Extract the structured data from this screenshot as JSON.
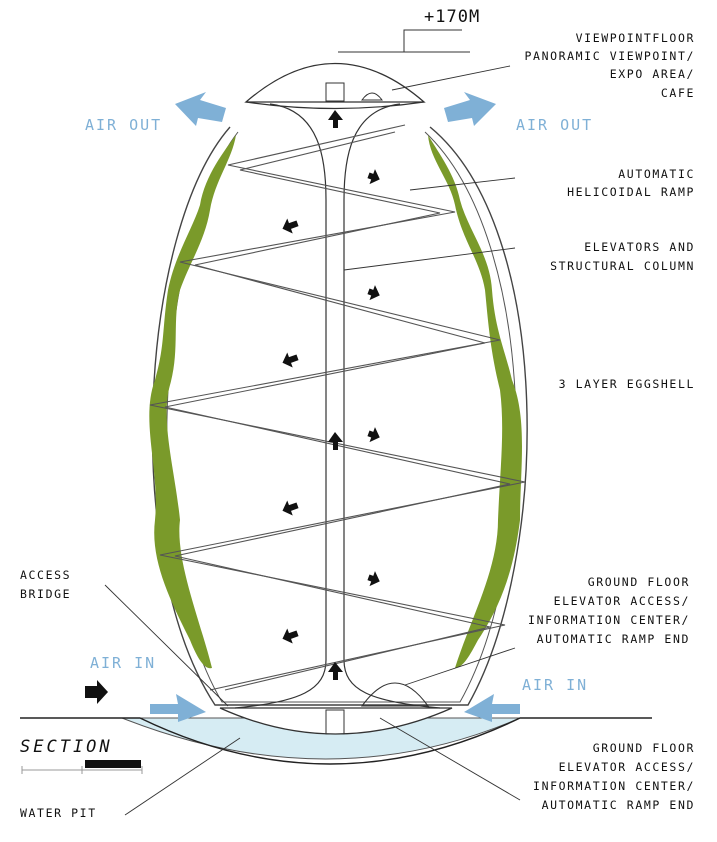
{
  "height_label": "+170M",
  "labels": {
    "viewpoint": [
      "VIEWPOINTFLOOR",
      "PANORAMIC VIEWPOINT/",
      "EXPO AREA/",
      "CAFE"
    ],
    "ramp": [
      "AUTOMATIC",
      "HELICOIDAL RAMP"
    ],
    "elevators": [
      "ELEVATORS AND",
      "STRUCTURAL COLUMN"
    ],
    "eggshell": [
      "3 LAYER EGGSHELL"
    ],
    "ground_right": [
      "GROUND FLOOR",
      "ELEVATOR ACCESS/",
      "INFORMATION CENTER/",
      "AUTOMATIC RAMP END"
    ],
    "ground_bottom": [
      "GROUND FLOOR",
      "ELEVATOR ACCESS/",
      "INFORMATION CENTER/",
      "AUTOMATIC RAMP END"
    ],
    "access_bridge": [
      "ACCESS",
      "BRIDGE"
    ],
    "water_pit": "WATER PIT",
    "section": "SECTION"
  },
  "air": {
    "out_left": "AIR OUT",
    "out_right": "AIR OUT",
    "in_left": "AIR IN",
    "in_right": "AIR IN"
  },
  "colors": {
    "air": "#7fb0d6",
    "green": "#7a9a2a",
    "water": "#d6ecf3",
    "line": "#333333"
  },
  "icons": [
    "arrow-up-icon",
    "arrow-right-icon",
    "arrow-left-icon",
    "air-flow-arrow-icon"
  ]
}
